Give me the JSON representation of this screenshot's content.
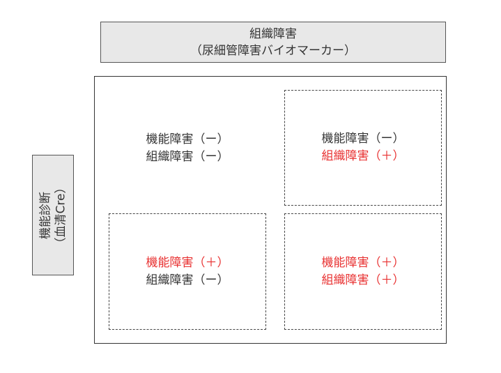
{
  "header": {
    "line1": "組織障害",
    "line2": "（尿細管障害バイオマーカー）"
  },
  "side": {
    "line1": "機能診断",
    "line2": "（血清Cre）"
  },
  "colors": {
    "positive": "#e83030",
    "negative": "#333333",
    "label_box_fill": "#e8e8e8"
  },
  "cells": {
    "top_left": {
      "functional": "機能障害（ー）",
      "functional_status": "negative",
      "tissue": "組織障害（ー）",
      "tissue_status": "negative"
    },
    "top_right": {
      "functional": "機能障害（ー）",
      "functional_status": "negative",
      "tissue": "組織障害（＋）",
      "tissue_status": "positive"
    },
    "bottom_left": {
      "functional": "機能障害（＋）",
      "functional_status": "positive",
      "tissue": "組織障害（ー）",
      "tissue_status": "negative"
    },
    "bottom_right": {
      "functional": "機能障害（＋）",
      "functional_status": "positive",
      "tissue": "組織障害（＋）",
      "tissue_status": "positive"
    }
  }
}
